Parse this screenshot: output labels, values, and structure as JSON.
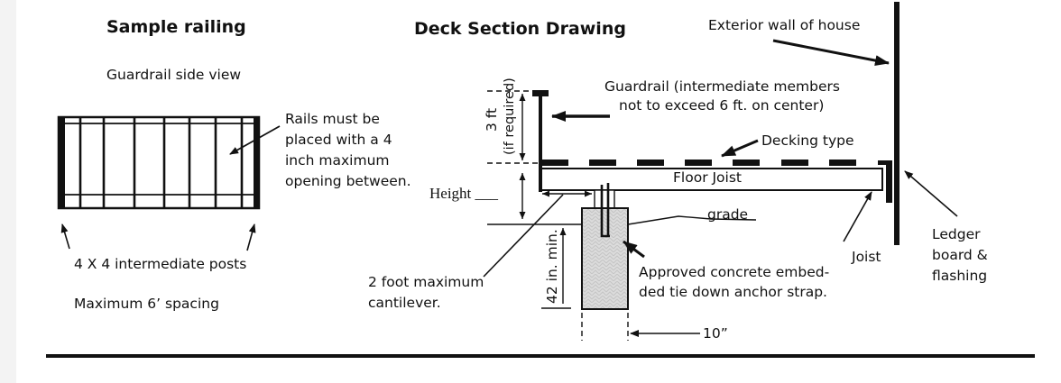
{
  "left_panel": {
    "title": "Sample railing",
    "subtitle": "Guardrail side view",
    "rails_note": [
      "Rails must be",
      "placed with a 4",
      "inch maximum",
      "opening between."
    ],
    "posts_label": "4 X 4 intermediate posts",
    "spacing_label": "Maximum 6’ spacing"
  },
  "right_panel": {
    "title": "Deck Section Drawing",
    "exterior_wall_label": "Exterior wall of house",
    "guardrail_note": [
      "Guardrail (intermediate members",
      "not to exceed 6 ft. on center)"
    ],
    "guardrail_height": "3 ft",
    "guardrail_height_note": "(if required)",
    "decking_label": "Decking type",
    "floor_joist_label": "Floor Joist",
    "height_label": "Height ___",
    "grade_label": "grade",
    "depth_label": "42 in. min.",
    "cantilever_note": [
      "2 foot maximum",
      "cantilever."
    ],
    "anchor_note": [
      "Approved concrete embed-",
      "ded tie down anchor strap."
    ],
    "footing_width_label": "10”",
    "joist_label": "Joist",
    "ledger_note": [
      "Ledger",
      "board &",
      "flashing"
    ]
  },
  "colors": {
    "ink": "#111111",
    "concrete_fill": "#d9d9d9",
    "side_strip": "#f3f3f3"
  }
}
